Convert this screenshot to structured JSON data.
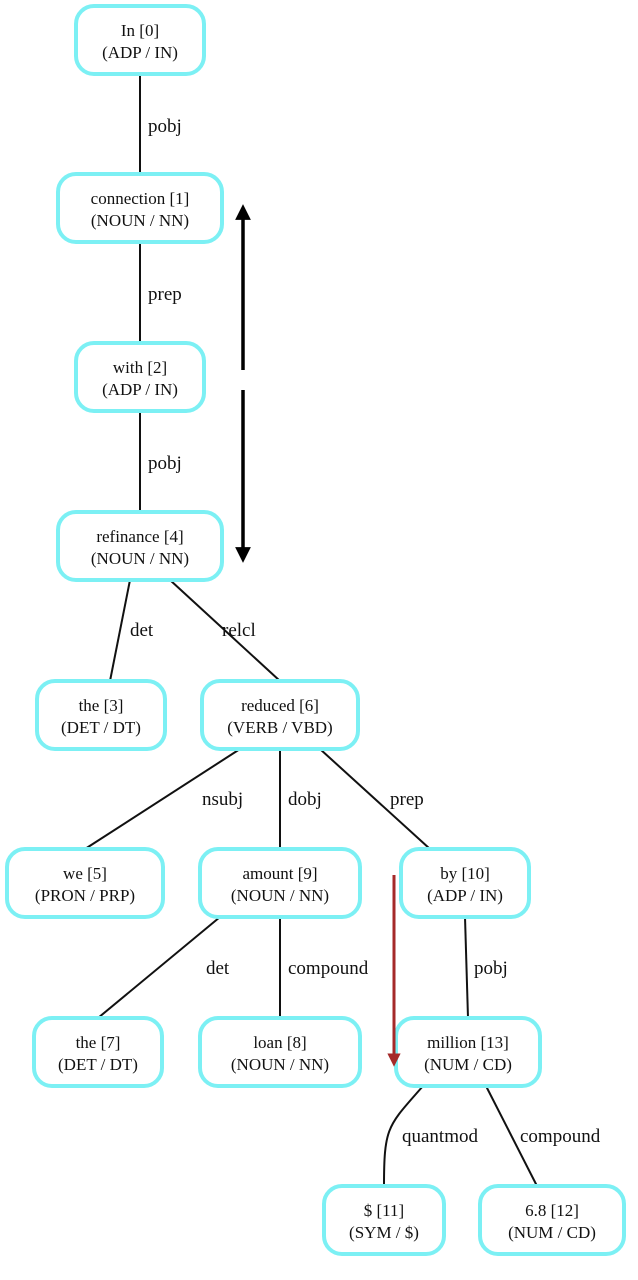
{
  "nodes": [
    {
      "id": 0,
      "word": "In [0]",
      "tag": "(ADP / IN)"
    },
    {
      "id": 1,
      "word": "connection [1]",
      "tag": "(NOUN / NN)"
    },
    {
      "id": 2,
      "word": "with [2]",
      "tag": "(ADP / IN)"
    },
    {
      "id": 4,
      "word": "refinance [4]",
      "tag": "(NOUN / NN)"
    },
    {
      "id": 3,
      "word": "the [3]",
      "tag": "(DET / DT)"
    },
    {
      "id": 6,
      "word": "reduced [6]",
      "tag": "(VERB / VBD)"
    },
    {
      "id": 5,
      "word": "we [5]",
      "tag": "(PRON / PRP)"
    },
    {
      "id": 9,
      "word": "amount [9]",
      "tag": "(NOUN / NN)"
    },
    {
      "id": 10,
      "word": "by [10]",
      "tag": "(ADP / IN)"
    },
    {
      "id": 7,
      "word": "the [7]",
      "tag": "(DET / DT)"
    },
    {
      "id": 8,
      "word": "loan [8]",
      "tag": "(NOUN / NN)"
    },
    {
      "id": 13,
      "word": "million [13]",
      "tag": "(NUM / CD)"
    },
    {
      "id": 11,
      "word": "$ [11]",
      "tag": "(SYM / $)"
    },
    {
      "id": 12,
      "word": "6.8 [12]",
      "tag": "(NUM / CD)"
    }
  ],
  "edges": [
    {
      "from": 0,
      "to": 1,
      "label": "pobj"
    },
    {
      "from": 1,
      "to": 2,
      "label": "prep"
    },
    {
      "from": 2,
      "to": 4,
      "label": "pobj"
    },
    {
      "from": 4,
      "to": 3,
      "label": "det"
    },
    {
      "from": 4,
      "to": 6,
      "label": "relcl"
    },
    {
      "from": 6,
      "to": 5,
      "label": "nsubj"
    },
    {
      "from": 6,
      "to": 9,
      "label": "dobj"
    },
    {
      "from": 6,
      "to": 10,
      "label": "prep"
    },
    {
      "from": 9,
      "to": 7,
      "label": "det"
    },
    {
      "from": 9,
      "to": 8,
      "label": "compound"
    },
    {
      "from": 10,
      "to": 13,
      "label": "pobj"
    },
    {
      "from": 13,
      "to": 11,
      "label": "quantmod"
    },
    {
      "from": 13,
      "to": 12,
      "label": "compound"
    }
  ],
  "colors": {
    "node_border": "#7cf0f4",
    "edge": "#111111",
    "arrow_black": "#000000",
    "arrow_red": "#a52a2a"
  }
}
